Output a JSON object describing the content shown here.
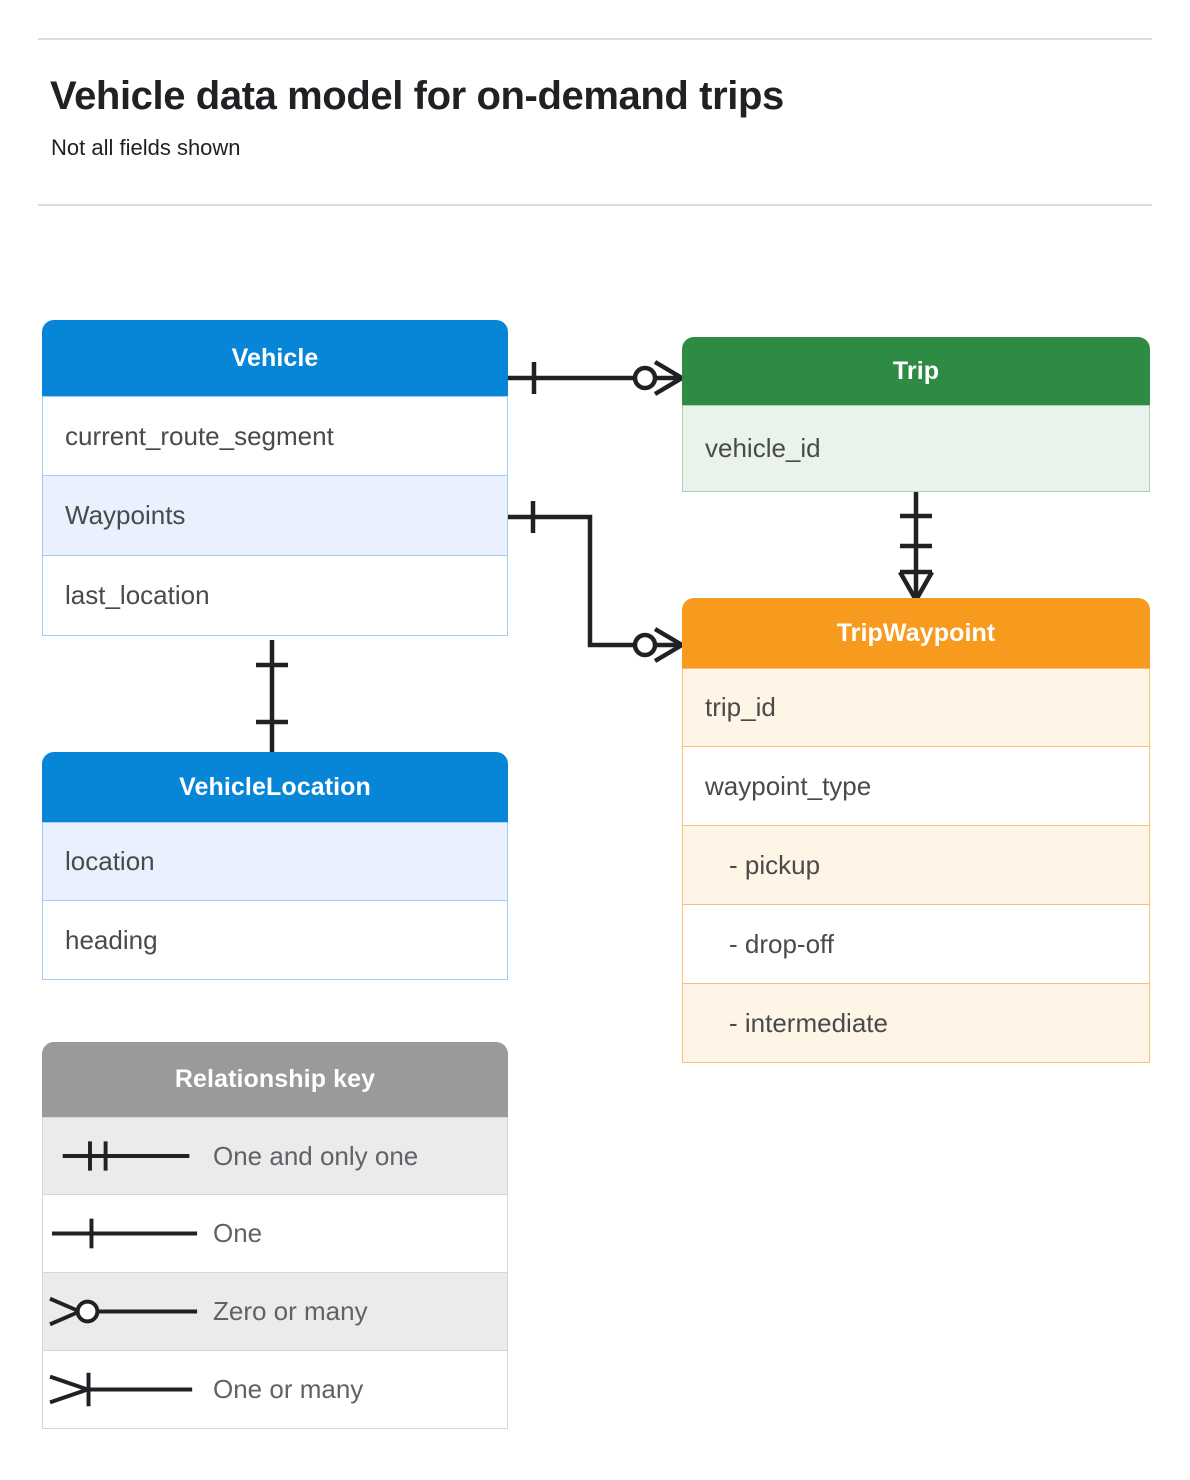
{
  "header": {
    "title": "Vehicle data model for on-demand trips",
    "subtitle": "Not all fields shown"
  },
  "colors": {
    "blue_header": "#0785d7",
    "blue_row_alt": "#e8f1fd",
    "blue_border": "#9fcdf4",
    "green_header": "#2e8b44",
    "green_row_alt": "#e9f3ec",
    "green_border": "#a8d4b3",
    "orange_header": "#f79a1e",
    "orange_row_alt": "#fef5e7",
    "orange_border": "#f7c277",
    "gray_header": "#9a9a9a",
    "gray_row_alt": "#ebebeb",
    "gray_border": "#d6d6d6",
    "connector": "#202124",
    "rule": "#dadce0",
    "title_text": "#202124",
    "field_text": "#4a4a4a"
  },
  "entities": {
    "vehicle": {
      "name": "Vehicle",
      "fields": [
        "current_route_segment",
        "Waypoints",
        "last_location"
      ]
    },
    "vehicle_location": {
      "name": "VehicleLocation",
      "fields": [
        "location",
        "heading"
      ]
    },
    "trip": {
      "name": "Trip",
      "fields": [
        "vehicle_id"
      ]
    },
    "trip_waypoint": {
      "name": "TripWaypoint",
      "fields": [
        "trip_id",
        "waypoint_type",
        "-  pickup",
        "-  drop-off",
        "-  intermediate"
      ]
    }
  },
  "legend": {
    "title": "Relationship key",
    "rows": [
      {
        "symbol": "one-and-only-one",
        "label": "One and only one"
      },
      {
        "symbol": "one",
        "label": "One"
      },
      {
        "symbol": "zero-or-many",
        "label": "Zero or many"
      },
      {
        "symbol": "one-or-many",
        "label": "One or many"
      }
    ]
  },
  "relationships": [
    {
      "from": "Vehicle",
      "to": "Trip",
      "from_cardinality": "One",
      "to_cardinality": "Zero or many"
    },
    {
      "from": "Vehicle.Waypoints",
      "to": "TripWaypoint",
      "from_cardinality": "One",
      "to_cardinality": "Zero or many"
    },
    {
      "from": "Trip",
      "to": "TripWaypoint",
      "from_cardinality": "One and only one",
      "to_cardinality": "One or many"
    },
    {
      "from": "Vehicle",
      "to": "VehicleLocation",
      "from_cardinality": "One",
      "to_cardinality": "One"
    }
  ]
}
